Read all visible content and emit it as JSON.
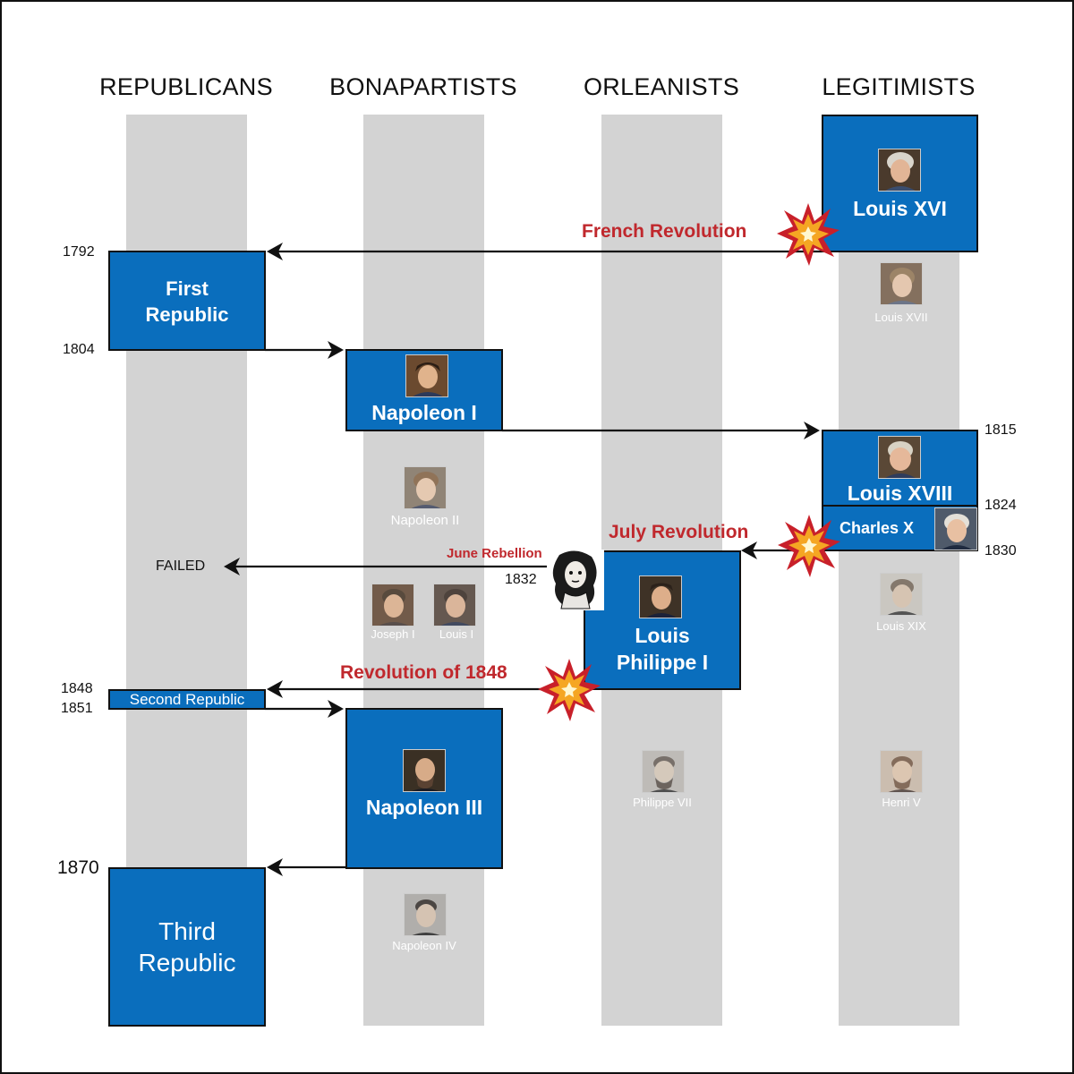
{
  "columns": [
    "REPUBLICANS",
    "BONAPARTISTS",
    "ORLEANISTS",
    "LEGITIMISTS"
  ],
  "boxes": {
    "louis_xvi": "Louis XVI",
    "first_republic_line1": "First",
    "first_republic_line2": "Republic",
    "napoleon_i": "Napoleon I",
    "louis_xviii": "Louis XVIII",
    "charles_x": "Charles X",
    "louis_philippe_line1": "Louis",
    "louis_philippe_line2": "Philippe I",
    "second_republic": "Second Republic",
    "napoleon_iii": "Napoleon III",
    "third_republic_line1": "Third",
    "third_republic_line2": "Republic"
  },
  "claimants": {
    "louis_xvii": "Louis XVII",
    "napoleon_ii": "Napoleon II",
    "joseph_i": "Joseph I",
    "louis_i": "Louis I",
    "louis_xix": "Louis XIX",
    "philippe_vii": "Philippe VII",
    "henri_v": "Henri V",
    "napoleon_iv": "Napoleon IV"
  },
  "years": {
    "y1792": "1792",
    "y1804": "1804",
    "y1815": "1815",
    "y1824": "1824",
    "y1830": "1830",
    "y1832": "1832",
    "y1848": "1848",
    "y1851": "1851",
    "y1870": "1870"
  },
  "events": {
    "french_revolution": "French Revolution",
    "july_revolution": "July Revolution",
    "june_rebellion": "June Rebellion",
    "revolution_1848": "Revolution of 1848"
  },
  "failed_label": "FAILED",
  "colors": {
    "box_blue": "#0a6ebd",
    "column_gray": "#d3d3d3",
    "event_red": "#c0282d",
    "burst_outer": "#c8202a",
    "burst_inner": "#f5a623"
  }
}
